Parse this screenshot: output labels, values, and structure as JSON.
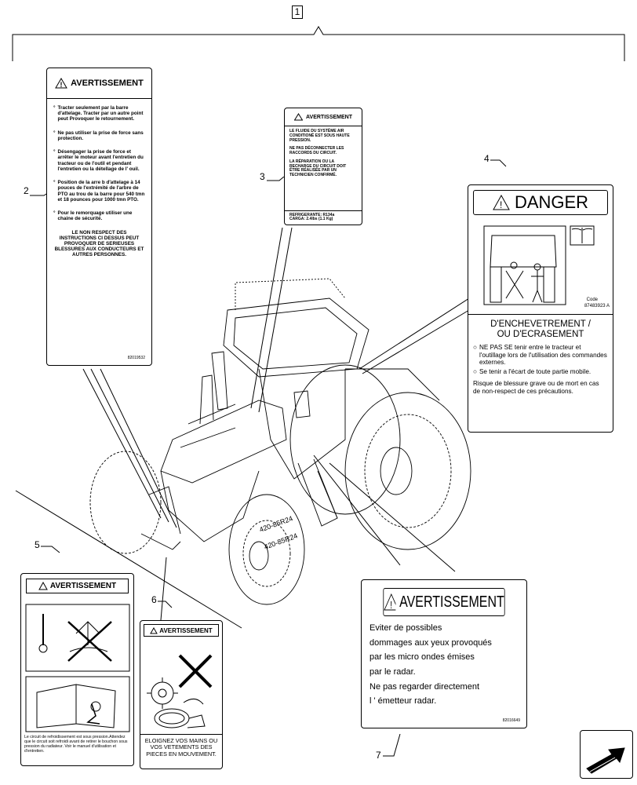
{
  "callouts": {
    "c1": "1",
    "c2": "2",
    "c3": "3",
    "c4": "4",
    "c5": "5",
    "c6": "6",
    "c7": "7"
  },
  "label2": {
    "header": "AVERTISSEMENT",
    "items": [
      "Tracter seulement par la barre d'attelage. Tracter par un autre point peut Provoquer le retournement.",
      "Ne pas utiliser la prise de force sans protection.",
      "Désengager la prise de force et arrêter le moteur avant l'entretien du tracteur ou de l'outil et pendant l'entretien ou la détellage de l' ouil.",
      "Position de la arre b d'attelage à 14 pouces de l'extrémité de l'arbre de PTO au trou de la barre pour 540 tmn et 18 pounces pour 1000 tmn PTO.",
      "Pour le remorquage utiliser une chaine de sécurité."
    ],
    "footer": "LE NON RESPECT DES INSTRUCTIONS CI DESSUS PEUT PROVOQUER DE SERIEUSES BLESSURES AUX CONDUCTEURS ET AUTRES PERSONNES.",
    "code": "82019532"
  },
  "label3": {
    "header": "AVERTISSEMENT",
    "p1": "LE FLUIDE DU SYSTÈME AIR CONDITIONÉ EST SOUS HAUTE PRESSION.",
    "p2": "NE PAS DÉCONNECTER LES RACCORDS DU CIRCUIT.",
    "p3": "LA RÉPARATION OU LA RECHARGE DU CIRCUIT DOIT ÊTRE RÉALISÉE PAR UN TECHNICIEN CONFIRMÉ.",
    "ref1": "REFRIGERANTE: R134a",
    "ref2": "CARGA: 2.4lbs (1.1 Kg)"
  },
  "label4": {
    "header": "DANGER",
    "code_word": "Code",
    "code_num": "87483923 A",
    "title1": "D'ENCHEVETREMENT /",
    "title2": "OU D'ECRASEMENT",
    "b1": "NE PAS SE tenir entre le tracteur et l'outillage lors de l'utilisation des commandes externes.",
    "b2": "Se tenir a l'écart de toute partie mobile.",
    "foot": "Risque de blessure grave ou de mort en cas de non-respect de ces précautions."
  },
  "label5": {
    "header": "AVERTISSEMENT",
    "text": "Le circuit de refroidissement est sous pression.Attendez que le circuit soit refroidi avant de retirer le bouchon sous pression du radiateur. Voir le manuel d'utilisation et d'entretien."
  },
  "label6": {
    "header": "AVERTISSEMENT",
    "text": "ELOIGNEZ VOS MAINS OU VOS VETEMENTS DES PIECES EN MOUVEMENT."
  },
  "label7": {
    "header": "AVERTISSEMENT",
    "lines": [
      "Eviter de possibles",
      "dommages aux yeux provoqués",
      "par les micro ondes émises",
      "par le radar.",
      "Ne pas regarder directement",
      "l ' émetteur radar."
    ],
    "code": "82016649"
  },
  "icons": [
    "warning-triangle-icon",
    "book-icon",
    "next-page-arrow-icon",
    "thermometer-icon",
    "gear-icon"
  ]
}
